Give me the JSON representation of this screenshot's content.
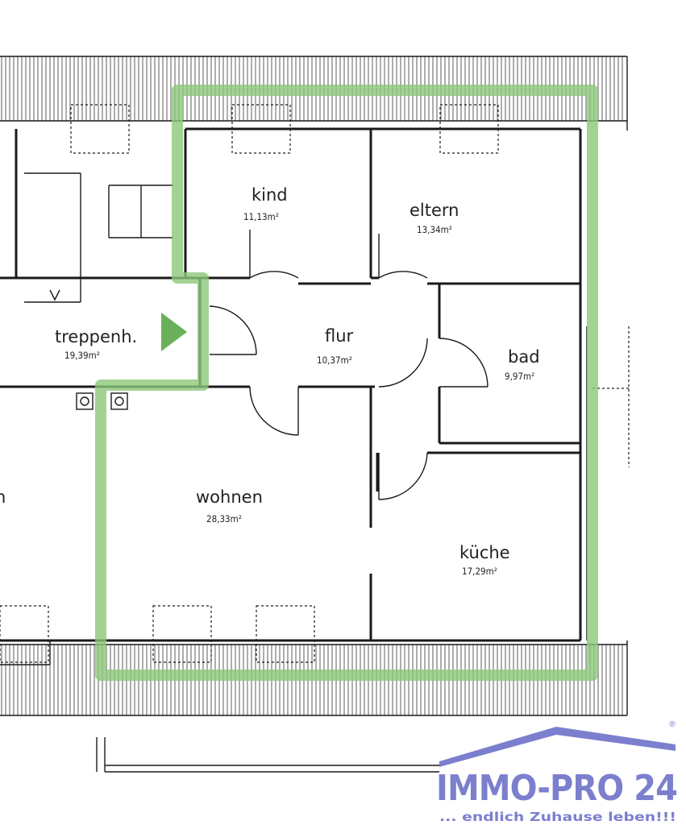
{
  "rooms": {
    "kind": {
      "name": "kind",
      "area": "11,13m²"
    },
    "eltern": {
      "name": "eltern",
      "area": "13,34m²"
    },
    "treppenhaus": {
      "name": "treppenh.",
      "area": "19,39m²"
    },
    "flur": {
      "name": "flur",
      "area": "10,37m²"
    },
    "bad": {
      "name": "bad",
      "area": "9,97m²"
    },
    "wohnen": {
      "name": "wohnen",
      "area": "28,33m²"
    },
    "kueche": {
      "name": "küche",
      "area": "17,29m²"
    },
    "partial_left": {
      "name": "n"
    }
  },
  "logo": {
    "brand": "IMMO-PRO 24",
    "registered": "®",
    "tagline": "... endlich Zuhause leben!!!"
  },
  "colors": {
    "highlight": "#8cc77a",
    "logo": "#7b7fce",
    "walls": "#1a1a1a"
  }
}
